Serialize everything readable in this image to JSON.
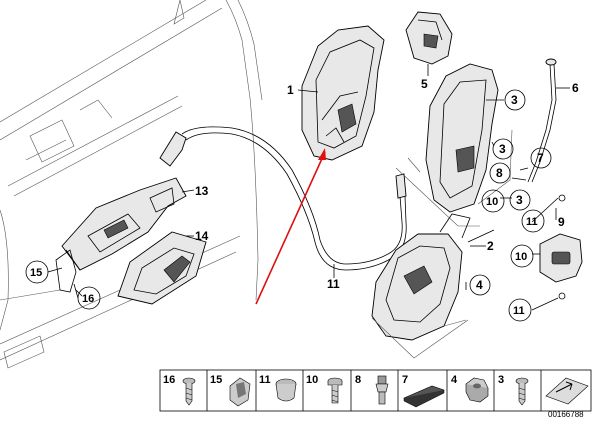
{
  "callouts": [
    {
      "id": "c1",
      "label": "1",
      "circled": false
    },
    {
      "id": "c2",
      "label": "2",
      "circled": false
    },
    {
      "id": "c3a",
      "label": "3",
      "circled": true
    },
    {
      "id": "c3b",
      "label": "3",
      "circled": true
    },
    {
      "id": "c3c",
      "label": "3",
      "circled": true
    },
    {
      "id": "c4",
      "label": "4",
      "circled": true
    },
    {
      "id": "c5",
      "label": "5",
      "circled": false
    },
    {
      "id": "c6",
      "label": "6",
      "circled": false
    },
    {
      "id": "c7",
      "label": "7",
      "circled": true
    },
    {
      "id": "c8",
      "label": "8",
      "circled": true
    },
    {
      "id": "c9",
      "label": "9",
      "circled": false
    },
    {
      "id": "c10a",
      "label": "10",
      "circled": true
    },
    {
      "id": "c10b",
      "label": "10",
      "circled": true
    },
    {
      "id": "c11a",
      "label": "11",
      "circled": true
    },
    {
      "id": "c11b",
      "label": "11",
      "circled": false
    },
    {
      "id": "c11c",
      "label": "11",
      "circled": true
    },
    {
      "id": "c13",
      "label": "13",
      "circled": false
    },
    {
      "id": "c14",
      "label": "14",
      "circled": false
    },
    {
      "id": "c15",
      "label": "15",
      "circled": true
    },
    {
      "id": "c16",
      "label": "16",
      "circled": true
    }
  ],
  "legend": [
    {
      "label": "16",
      "icon": "screw-icon"
    },
    {
      "label": "15",
      "icon": "clip-icon"
    },
    {
      "label": "11",
      "icon": "rubber-plug-icon"
    },
    {
      "label": "10",
      "icon": "torx-bolt-icon"
    },
    {
      "label": "8",
      "icon": "pin-icon"
    },
    {
      "label": "7",
      "icon": "foam-pad-icon"
    },
    {
      "label": "4",
      "icon": "nut-icon"
    },
    {
      "label": "3",
      "icon": "screw-icon"
    },
    {
      "label": "",
      "icon": "arrow-plate-icon"
    }
  ],
  "reference_number": "00166788",
  "colors": {
    "highlight_arrow": "#e01010",
    "line": "#000000",
    "part_fill": "#e8e8e8"
  }
}
